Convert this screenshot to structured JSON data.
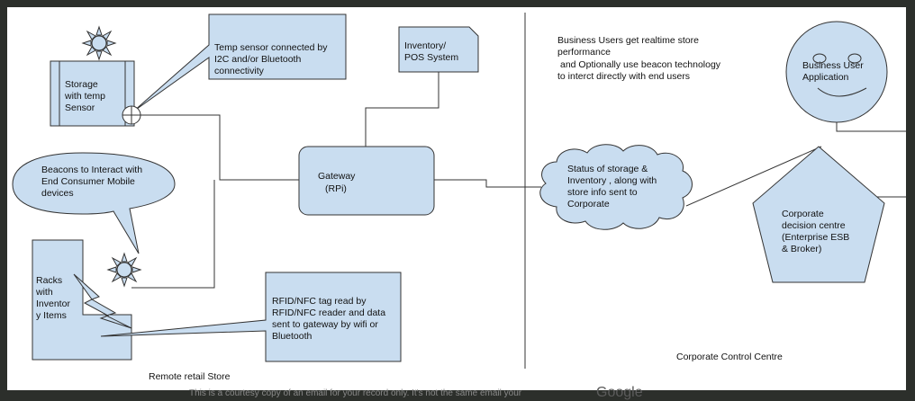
{
  "storage": [
    "Storage",
    "with temp",
    "Sensor"
  ],
  "temp_callout": [
    "Temp sensor connected by",
    "I2C and/or Bluetooth",
    "connectivity"
  ],
  "inventory": [
    "Inventory/",
    "POS System"
  ],
  "beacons_callout": [
    "Beacons to Interact with",
    "End Consumer Mobile",
    "devices"
  ],
  "gateway": [
    "Gateway",
    "(RPi)"
  ],
  "racks": [
    "Racks",
    "with",
    "Inventor",
    "y Items"
  ],
  "rfid_callout": [
    "RFID/NFC tag read by",
    "RFID/NFC reader and data",
    "sent to gateway by wifi or",
    "Bluetooth"
  ],
  "remote_label": "Remote retail Store",
  "business_note": [
    "Business Users get realtime store",
    "performance",
    "and  Optionally   use beacon technology",
    "to interct directly with end users"
  ],
  "cloud": [
    "Status of storage &",
    "Inventory , along with",
    "store info sent to",
    "Corporate"
  ],
  "business_app": [
    "Business User",
    "Application"
  ],
  "corporate": [
    "Corporate",
    "decision centre",
    "(Enterprise ESB",
    "& Broker)"
  ],
  "corporate_label": "Corporate Control Centre",
  "bleed_text": "This is a courtesy copy of an email for your record only. It's not the same email your",
  "bleed_logo": "Google",
  "colors": {
    "shape_fill": "#c9ddf0",
    "outline": "#333333",
    "background": "#2c2f2b"
  }
}
